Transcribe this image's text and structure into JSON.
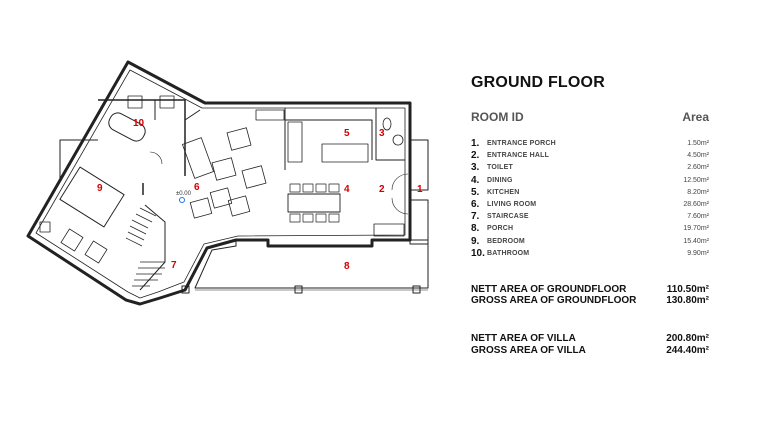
{
  "title": "GROUND FLOOR",
  "header": {
    "room_id": "ROOM ID",
    "area": "Area"
  },
  "rooms": [
    {
      "num": "1.",
      "name": "ENTRANCE PORCH",
      "area": "1.50m²"
    },
    {
      "num": "2.",
      "name": "ENTRANCE HALL",
      "area": "4.50m²"
    },
    {
      "num": "3.",
      "name": "TOILET",
      "area": "2.60m²"
    },
    {
      "num": "4.",
      "name": "DINING",
      "area": "12.50m²"
    },
    {
      "num": "5.",
      "name": "KITCHEN",
      "area": "8.20m²"
    },
    {
      "num": "6.",
      "name": "LIVING ROOM",
      "area": "28.60m²"
    },
    {
      "num": "7.",
      "name": "STAIRCASE",
      "area": "7.60m²"
    },
    {
      "num": "8.",
      "name": "PORCH",
      "area": "19.70m²"
    },
    {
      "num": "9.",
      "name": "BEDROOM",
      "area": "15.40m²"
    },
    {
      "num": "10.",
      "name": "BATHROOM",
      "area": "9.90m²"
    }
  ],
  "totals": {
    "nett_ground_label": "NETT AREA OF GROUNDFLOOR",
    "nett_ground_value": "110.50m²",
    "gross_ground_label": "GROSS AREA OF GROUNDFLOOR",
    "gross_ground_value": "130.80m²",
    "nett_villa_label": "NETT AREA OF VILLA",
    "nett_villa_value": "200.80m²",
    "gross_villa_label": "GROSS AREA OF VILLA",
    "gross_villa_value": "244.40m²"
  },
  "plan": {
    "labels": {
      "r1": "1",
      "r2": "2",
      "r3": "3",
      "r4": "4",
      "r5": "5",
      "r6": "6",
      "r7": "7",
      "r8": "8",
      "r9": "9",
      "r10": "10"
    },
    "level": "±0.00",
    "label_color": "#d40000"
  }
}
